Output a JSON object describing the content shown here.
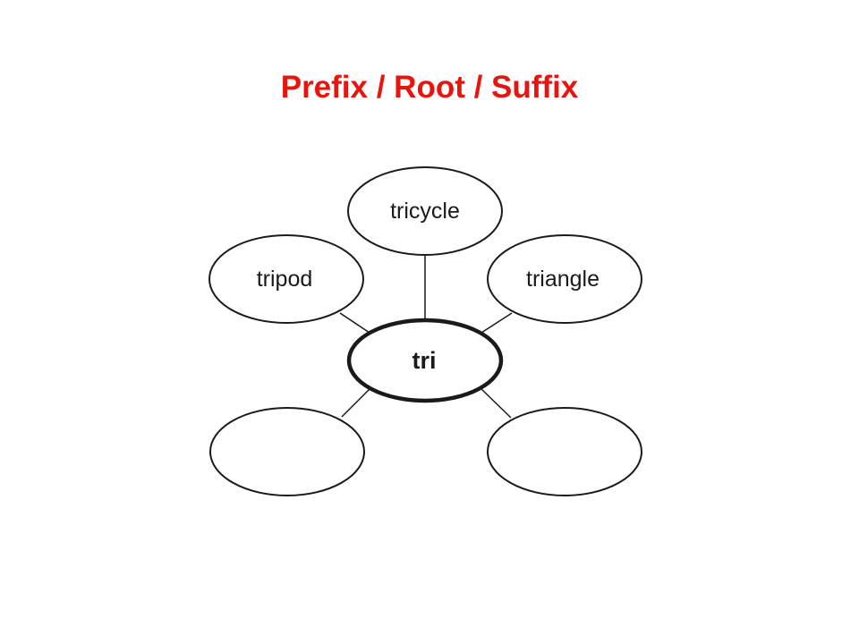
{
  "title": "Prefix / Root / Suffix",
  "colors": {
    "title": "#e8140e",
    "stroke": "#1a1a1a",
    "fill": "#ffffff"
  },
  "diagram": {
    "center": {
      "label": "tri"
    },
    "nodes": [
      {
        "id": "top",
        "label": "tricycle"
      },
      {
        "id": "upper-left",
        "label": "tripod"
      },
      {
        "id": "upper-right",
        "label": "triangle"
      },
      {
        "id": "lower-left",
        "label": ""
      },
      {
        "id": "lower-right",
        "label": ""
      }
    ]
  }
}
